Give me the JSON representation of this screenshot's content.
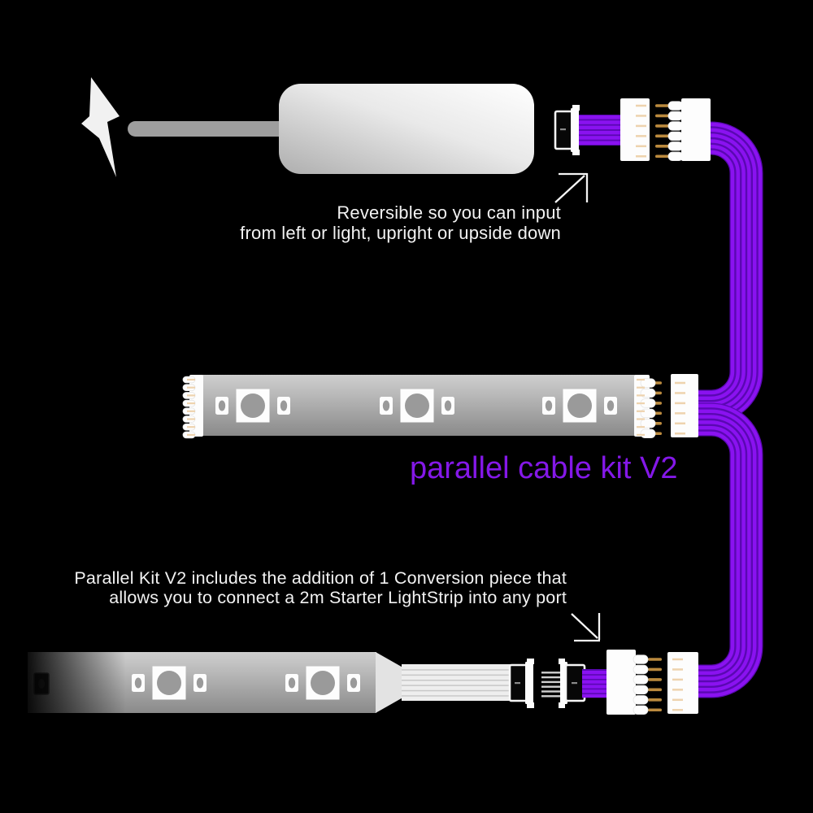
{
  "annotations": {
    "reversible_note": {
      "line1": "Reversible so you can input",
      "line2": "from left or light, upright or upside down"
    },
    "product_label": "parallel cable kit V2",
    "conversion_note": {
      "line1": "Parallel Kit V2 includes the addition of 1 Conversion piece that",
      "line2": "allows you to connect a 2m Starter LightStrip into any port"
    }
  },
  "icons": {
    "power_source": "lightning-bolt-icon",
    "reversible_pointer": "arrow-up-right-icon",
    "conversion_pointer": "arrow-down-right-icon"
  },
  "colors": {
    "background": "#000000",
    "note_text": "#f2f2f2",
    "label_purple": "#8418e8",
    "cable_purple": "#8a12f0",
    "cable_purple_dark": "#5a08b2",
    "pin_gold": "#bb8a3e",
    "pad_tan": "#eed3ae",
    "strip_gray_top": "#cecece",
    "strip_gray_bottom": "#8a8a8a",
    "led_gray": "#9a9a9a",
    "cord_gray": "#9e9e9e"
  }
}
